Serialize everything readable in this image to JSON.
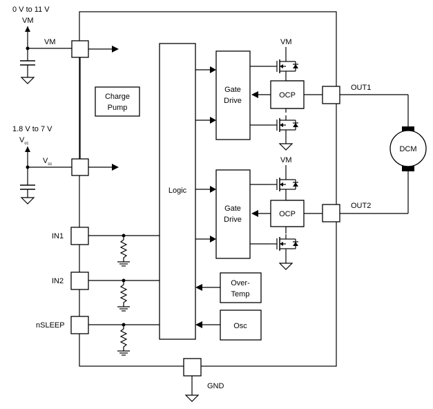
{
  "labels": {
    "vm_range": "0 V to 11 V",
    "vm_supply": "VM",
    "vm_pin": "VM",
    "vcc_range": "1.8 V to 7 V",
    "vcc_supply": "V",
    "vcc_supply_sub": "cc",
    "vcc_pin": "V",
    "vcc_pin_sub": "cc",
    "charge_pump_line1": "Charge",
    "charge_pump_line2": "Pump",
    "logic": "Logic",
    "gate_drive_line1": "Gate",
    "gate_drive_line2": "Drive",
    "ocp": "OCP",
    "vm_top": "VM",
    "vm_bottom": "VM",
    "out1": "OUT1",
    "out2": "OUT2",
    "motor": "DCM",
    "in1": "IN1",
    "in2": "IN2",
    "nsleep": "nSLEEP",
    "overtemp_line1": "Over-",
    "overtemp_line2": "Temp",
    "osc": "Osc",
    "gnd": "GND"
  }
}
